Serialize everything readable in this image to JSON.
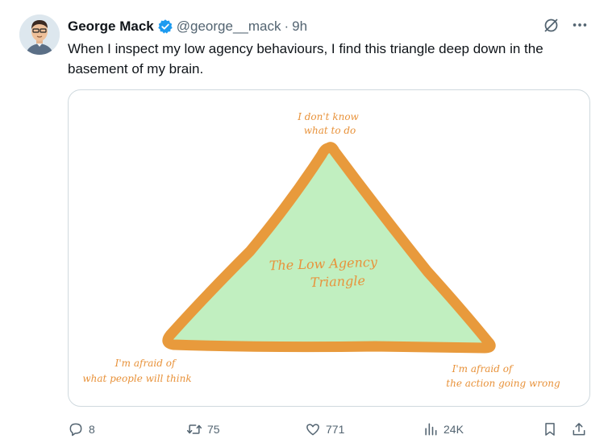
{
  "author": {
    "name": "George Mack",
    "handle": "@george__mack",
    "separator": "·",
    "time": "9h",
    "verified": true
  },
  "tweet": {
    "text": "When I inspect my low agency behaviours, I find this triangle deep down in the basement of my brain."
  },
  "media": {
    "center_label_line1": "The Low Agency",
    "center_label_line2": "Triangle",
    "top_label_line1": "I don't know",
    "top_label_line2": "what to do",
    "left_label_line1": "I'm afraid of",
    "left_label_line2": "what people will think",
    "right_label_line1": "I'm afraid of",
    "right_label_line2": "the action going wrong",
    "fill_color": "#c1efc0",
    "stroke_color": "#e89a3c",
    "text_color": "#e8923a"
  },
  "stats": {
    "replies": "8",
    "retweets": "75",
    "likes": "771",
    "views": "24K"
  },
  "icons": {
    "grok": "slash-circle-icon",
    "more": "more-dots-icon",
    "reply": "reply-bubble-icon",
    "retweet": "retweet-arrows-icon",
    "like": "heart-icon",
    "views": "bar-chart-icon",
    "bookmark": "bookmark-icon",
    "share": "share-upload-icon"
  },
  "colors": {
    "accent": "#1d9bf0",
    "secondary_text": "#536471"
  }
}
